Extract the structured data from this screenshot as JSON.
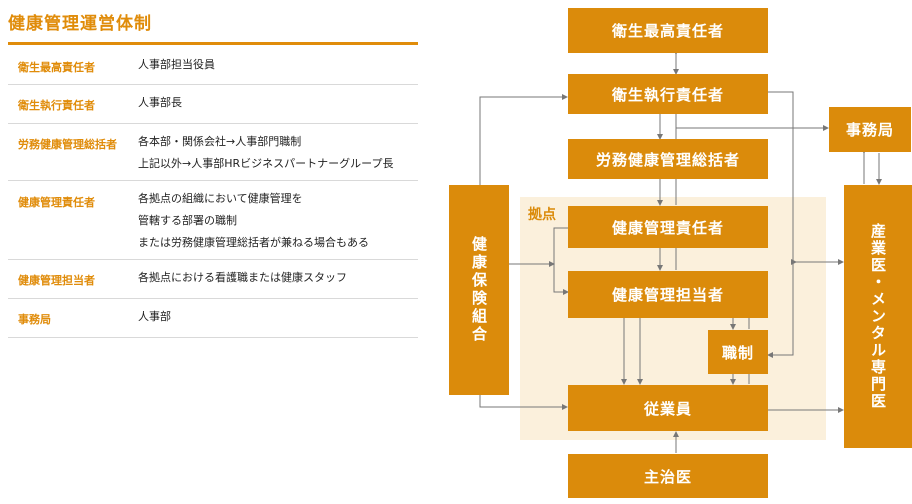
{
  "title": "健康管理運営体制",
  "table": [
    {
      "label": "衛生最高責任者",
      "desc": [
        "人事部担当役員"
      ]
    },
    {
      "label": "衛生執行責任者",
      "desc": [
        "人事部長"
      ]
    },
    {
      "label": "労務健康管理総括者",
      "desc": [
        "各本部・関係会社→人事部門職制",
        "上記以外→人事部HRビジネスパートナーグループ長"
      ]
    },
    {
      "label": "健康管理責任者",
      "desc": [
        "各拠点の組織において健康管理を",
        "管轄する部署の職制",
        "または労務健康管理総括者が兼ねる場合もある"
      ]
    },
    {
      "label": "健康管理担当者",
      "desc": [
        "各拠点における看護職または健康スタッフ"
      ]
    },
    {
      "label": "事務局",
      "desc": [
        "人事部"
      ]
    }
  ],
  "diagram": {
    "kyoten_label": "拠点",
    "boxes": {
      "eisei_saikou": "衛生最高責任者",
      "eisei_shikkou": "衛生執行責任者",
      "roumu_soukatsu": "労務健康管理総括者",
      "kenkou_sekinin": "健康管理責任者",
      "kenkou_tantou": "健康管理担当者",
      "shokusei": "職制",
      "jugyouin": "従業員",
      "shujii": "主治医",
      "jimukyoku": "事務局",
      "kenpo": "健康保険組合",
      "sangyoui": "産業医・メンタル専門医"
    }
  },
  "colors": {
    "accent": "#db8b0b",
    "area": "#fbf0dc"
  }
}
